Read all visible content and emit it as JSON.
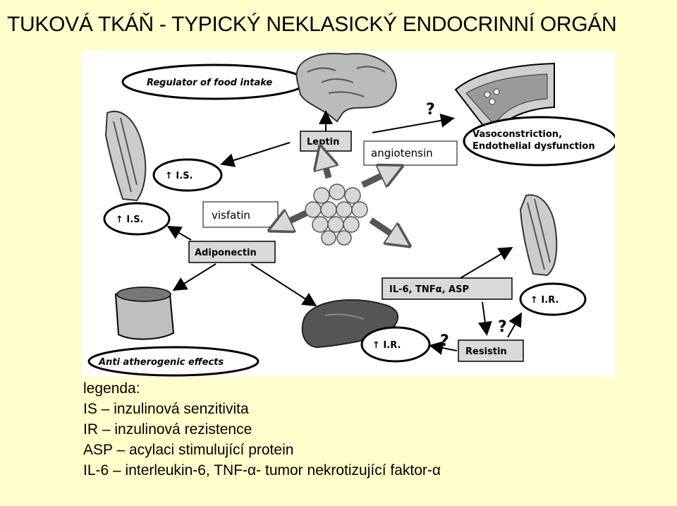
{
  "title": "TUKOVÁ TKÁŇ - TYPICKÝ NEKLASICKÝ  ENDOCRINNÍ ORGÁN",
  "diagram": {
    "regulator_label": "Regulator of food intake",
    "leptin_label": "Leptin",
    "angiotensin_label": "angiotensin",
    "visfatin_label": "visfatin",
    "adiponectin_label": "Adiponectin",
    "vaso_label_1": "Vasoconstriction,",
    "vaso_label_2": "Endothelial dysfunction",
    "is_label_top": "↑ I.S.",
    "is_label_mid": "↑ I.S.",
    "ir_label_right": "↑ I.R.",
    "ir_label_liver": "↑ I.R.",
    "cytokines_label": "IL-6, TNFα, ASP",
    "resistin_label": "Resistin",
    "anti_label": "Anti atherogenic effects",
    "question_1": "?",
    "question_2": "?",
    "question_3": "?"
  },
  "legend": {
    "heading": "legenda:",
    "items": [
      "IS – inzulinová senzitivita",
      "IR – inzulinová rezistence",
      "ASP – acylaci stimulující protein",
      "IL-6 – interleukin-6, TNF-α- tumor nekrotizující faktor-α"
    ]
  }
}
